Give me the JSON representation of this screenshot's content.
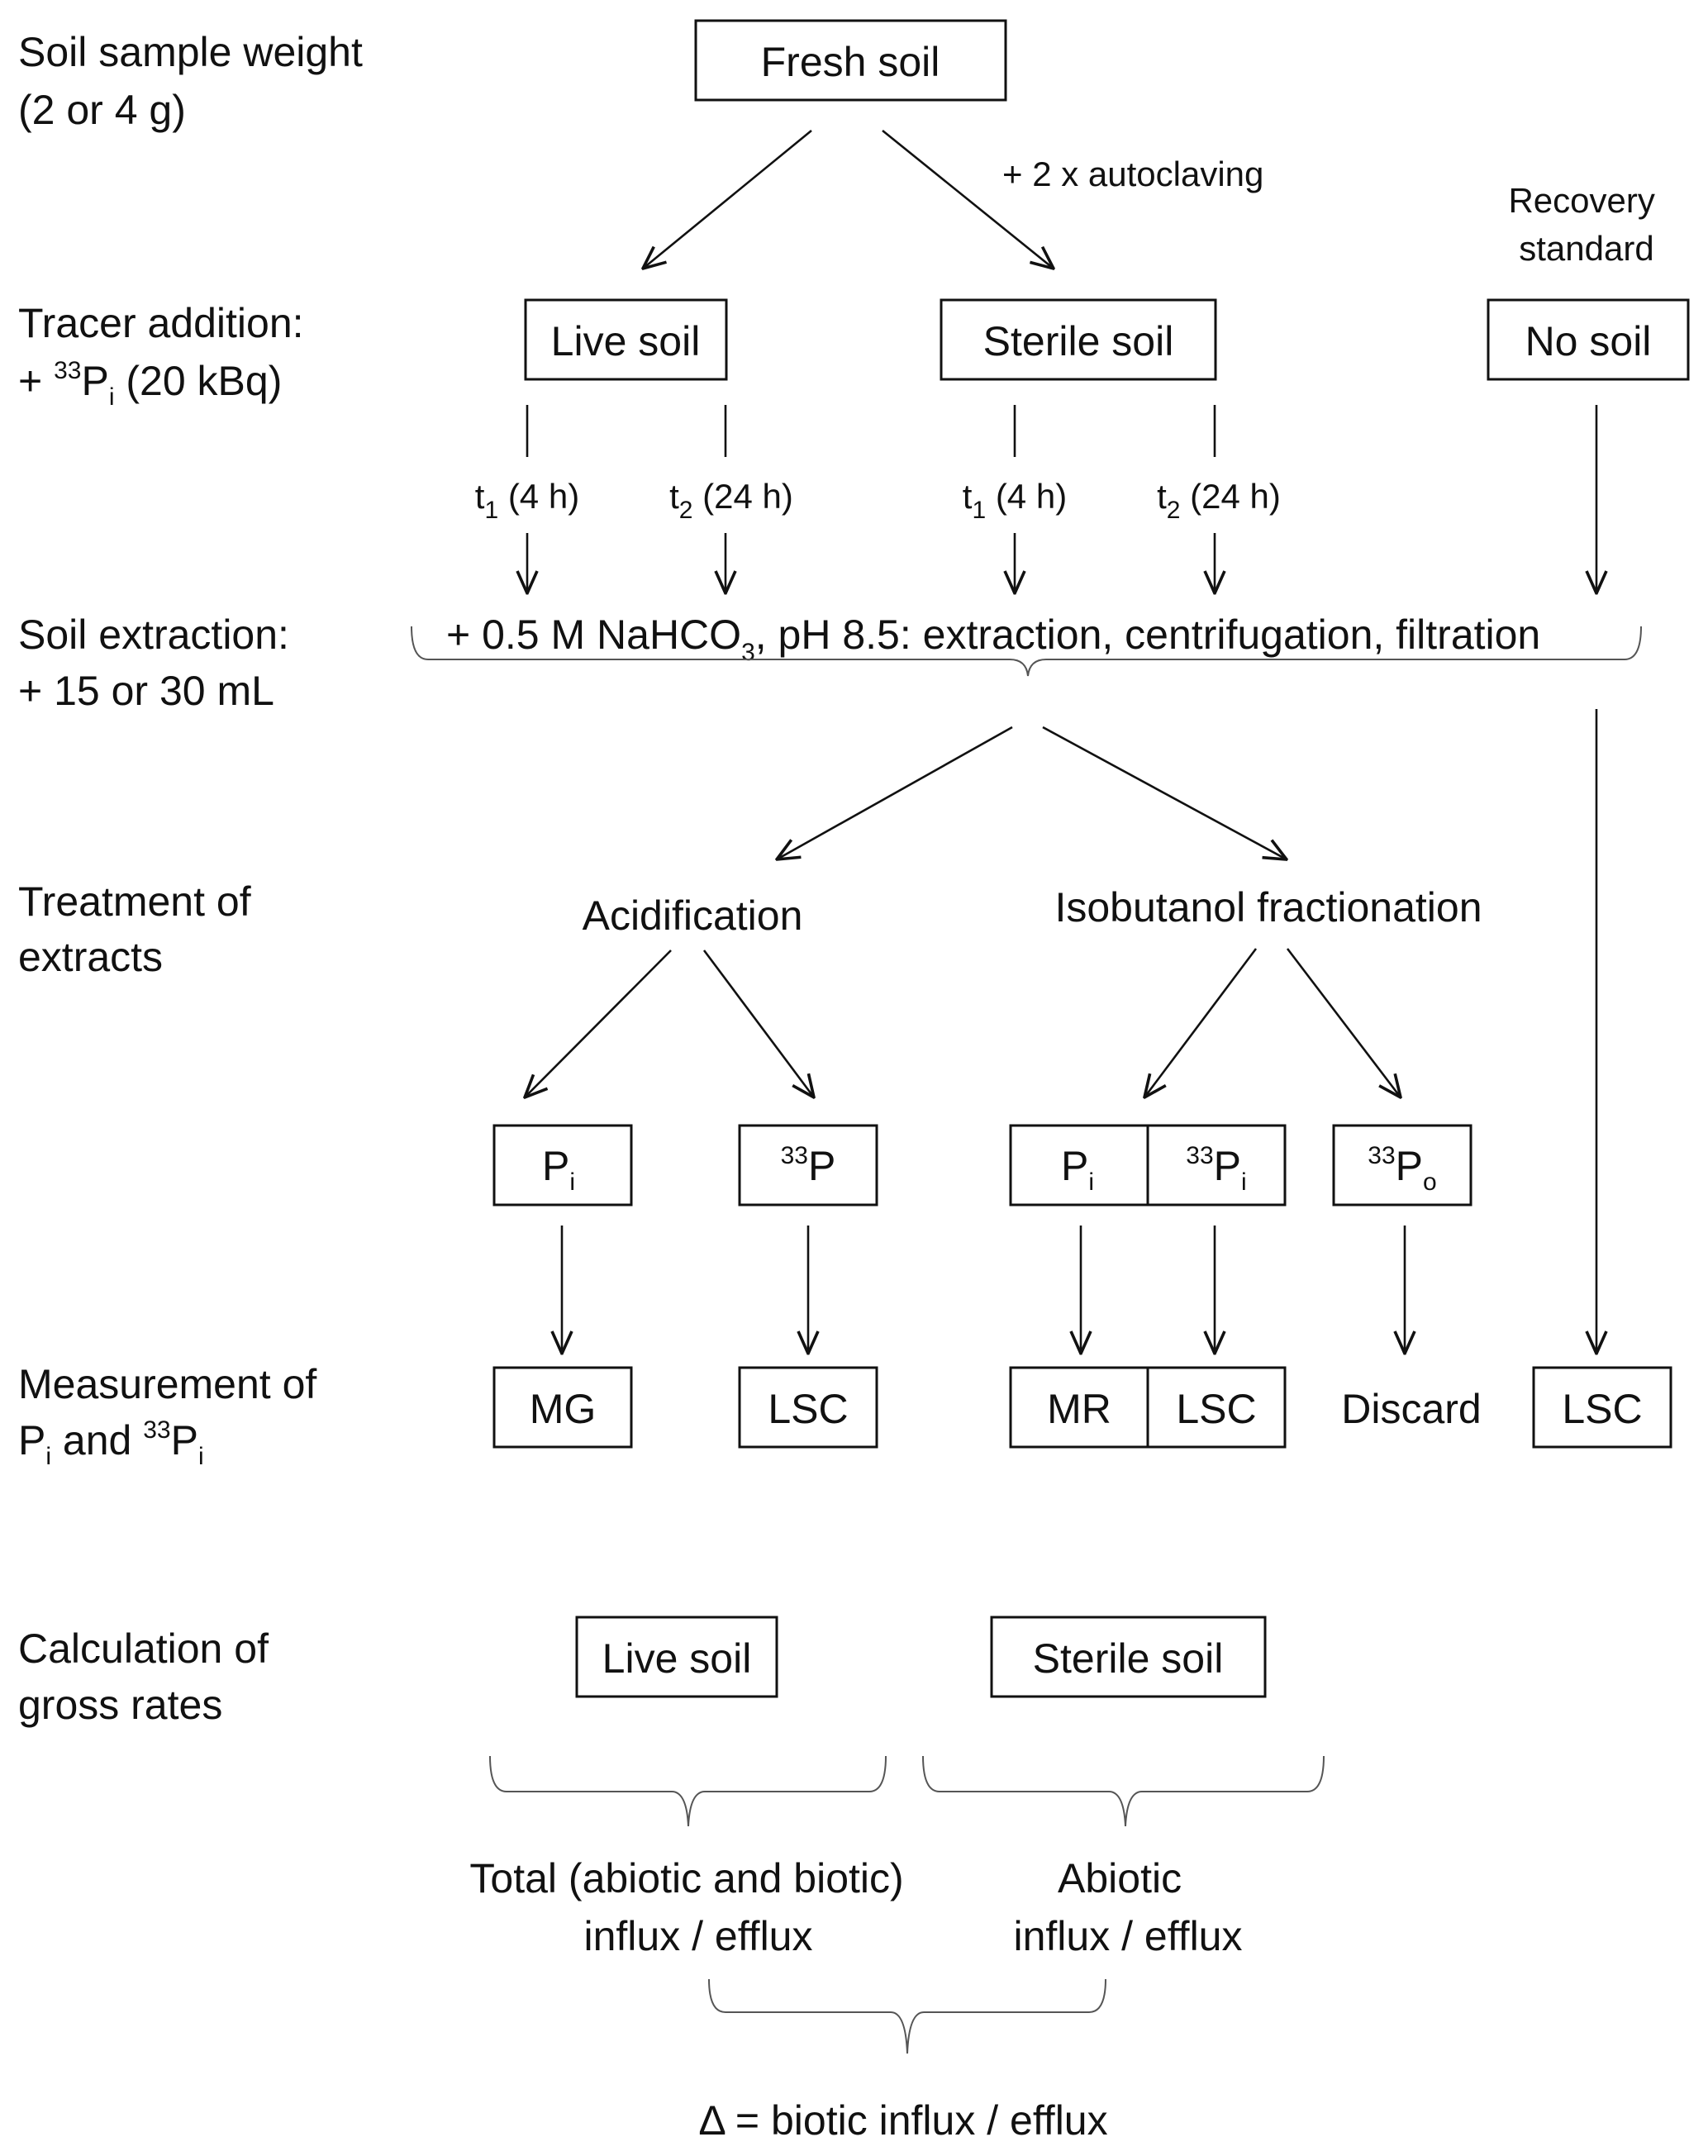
{
  "row_labels": {
    "sample_weight": [
      "Soil sample weight",
      "(2 or 4 g)"
    ],
    "tracer": {
      "line1": "Tracer addition:",
      "plus": "+ ",
      "iso": "33",
      "el": "P",
      "sub": "i",
      "rest": " (20 kBq)"
    },
    "extraction": [
      "Soil extraction:",
      "+ 15 or 30 mL"
    ],
    "treatment": [
      "Treatment of",
      "extracts"
    ],
    "measurement": {
      "line1": "Measurement of",
      "el1": "P",
      "sub1": "i",
      "mid": "  and ",
      "iso": "33",
      "el2": "P",
      "sub2": "i"
    },
    "calculation": [
      "Calculation of",
      "gross rates"
    ]
  },
  "nodes": {
    "fresh_soil": "Fresh soil",
    "autoclaving": "+ 2 x autoclaving",
    "recovery_standard": [
      "Recovery",
      "standard"
    ],
    "live_soil": "Live soil",
    "sterile_soil": "Sterile soil",
    "no_soil": "No soil",
    "times": [
      {
        "t": "t",
        "sub": "1",
        "rest": " (4 h)"
      },
      {
        "t": "t",
        "sub": "2",
        "rest": " (24 h)"
      },
      {
        "t": "t",
        "sub": "1",
        "rest": " (4 h)"
      },
      {
        "t": "t",
        "sub": "2",
        "rest": " (24 h)"
      }
    ],
    "extraction_text": {
      "pre": "+ 0.5 M NaHCO",
      "sub": "3",
      "post": ", pH 8.5: extraction, centrifugation, filtration"
    },
    "acidification": "Acidification",
    "isobutanol": "Isobutanol fractionation",
    "pi_acid": {
      "el": "P",
      "sub": "i"
    },
    "p33_acid": {
      "iso": "33",
      "el": "P"
    },
    "pi_iso": {
      "el": "P",
      "sub": "i"
    },
    "p33i_iso": {
      "iso": "33",
      "el": "P",
      "sub": "i"
    },
    "p33o_iso": {
      "iso": "33",
      "el": "P",
      "sub": "o"
    },
    "mg": "MG",
    "lsc_acid": "LSC",
    "mr": "MR",
    "lsc_iso": "LSC",
    "discard": "Discard",
    "lsc_std": "LSC",
    "live_soil_calc": "Live soil",
    "sterile_soil_calc": "Sterile soil",
    "total_flux": [
      "Total (abiotic and biotic)",
      "influx / efflux"
    ],
    "abiotic_flux": [
      "Abiotic",
      "influx / efflux"
    ],
    "delta": "Δ = biotic influx / efflux"
  }
}
